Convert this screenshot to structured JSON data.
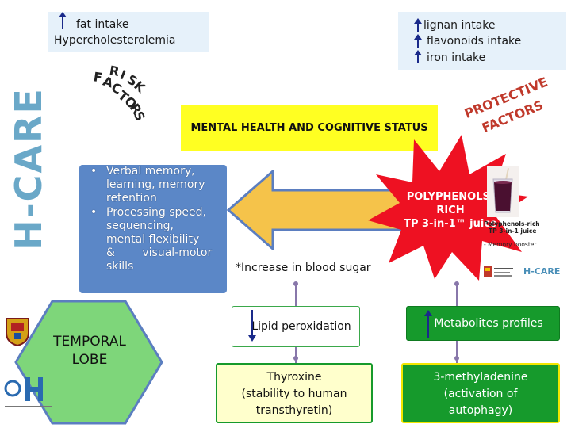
{
  "brand": {
    "side_text": "H-CARE",
    "side_color": "#6aa8c8"
  },
  "risk_box": {
    "line1": "fat intake",
    "line2": "Hypercholesterolemia",
    "arrow": "up-arrow-icon"
  },
  "protective_box": {
    "items": [
      "lignan intake",
      "flavonoids intake",
      "iron intake"
    ],
    "arrow": "up-arrow-icon"
  },
  "risk_factors": {
    "letters_risk": [
      "R",
      "I",
      "S",
      "K"
    ],
    "letters_factors": [
      "F",
      "A",
      "C",
      "T",
      "O",
      "R",
      "S"
    ]
  },
  "protective_factors": {
    "line1": "PROTECTIVE",
    "line2": "FACTORS",
    "color": "#c0392b"
  },
  "mental_health": {
    "label": "MENTAL HEALTH AND COGNITIVE STATUS",
    "color": "#ffff22"
  },
  "cognitive_list": {
    "items": [
      {
        "lines": [
          "Verbal memory,",
          "learning, memory",
          "retention"
        ]
      },
      {
        "lines": [
          "Processing speed,",
          "sequencing,",
          "mental flexibility",
          "& visual-motor",
          "skills"
        ]
      }
    ],
    "box_color": "#5b87c7"
  },
  "increase_blood_sugar": "*Increase in blood sugar",
  "polyphenols": {
    "lines": [
      "POLYPHENOLS-",
      "RICH",
      "TP 3-in-1™ juice"
    ],
    "burst_color": "#ee1122"
  },
  "juice_caption": {
    "line1": "Polyphenols-rich",
    "line2": "TP 3-in-1 juice",
    "line3": "- Memory booster"
  },
  "hcare_small": "H-CARE",
  "temporal_lobe": {
    "line1": "TEMPORAL",
    "line2": "LOBE",
    "color": "#7ed67a"
  },
  "lipid_peroxidation": {
    "label": "Lipid peroxidation",
    "arrow": "down-arrow-icon"
  },
  "metabolites_profiles": {
    "label": "Metabolites profiles",
    "arrow": "up-arrow-icon"
  },
  "thyroxine": {
    "lines": [
      "Thyroxine",
      "(stability to human",
      "transthyretin)"
    ]
  },
  "methyladenine": {
    "lines": [
      "3-methyladenine",
      "(activation of",
      "autophagy)"
    ]
  }
}
